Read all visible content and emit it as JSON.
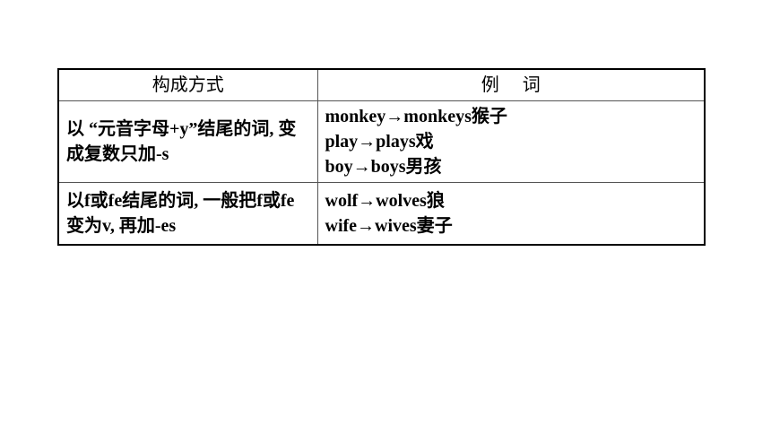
{
  "table": {
    "headers": {
      "method": "构成方式",
      "example_parts": [
        "例",
        "词"
      ]
    },
    "rows": [
      {
        "method": "以 “元音字母+y”结尾的词, 变成复数只加-s",
        "examples": [
          "monkey→monkeys猴子",
          "play→plays戏",
          "boy→boys男孩"
        ]
      },
      {
        "method": "以f或fe结尾的词, 一般把f或fe变为v, 再加-es",
        "examples": [
          "wolf→wolves狼",
          "wife→wives妻子"
        ]
      }
    ]
  }
}
